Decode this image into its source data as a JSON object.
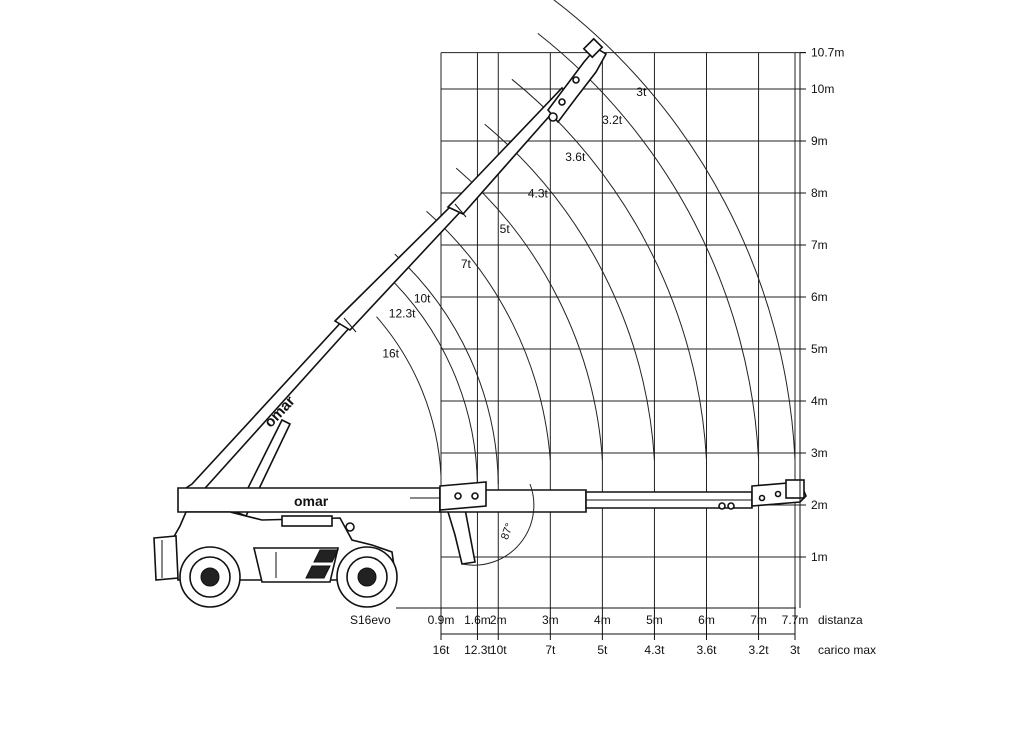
{
  "model": "S16evo",
  "brand": "omar",
  "outrigger_angle": "87°",
  "labels": {
    "distance_row": "distanza",
    "load_row": "carico max"
  },
  "colors": {
    "line": "#222222",
    "background": "#ffffff"
  },
  "chart_data": {
    "type": "load_chart",
    "y_axis": {
      "unit": "m",
      "ticks": [
        {
          "value": 1,
          "label": "1m"
        },
        {
          "value": 2,
          "label": "2m"
        },
        {
          "value": 3,
          "label": "3m"
        },
        {
          "value": 4,
          "label": "4m"
        },
        {
          "value": 5,
          "label": "5m"
        },
        {
          "value": 6,
          "label": "6m"
        },
        {
          "value": 7,
          "label": "7m"
        },
        {
          "value": 8,
          "label": "8m"
        },
        {
          "value": 9,
          "label": "9m"
        },
        {
          "value": 10,
          "label": "10m"
        },
        {
          "value": 10.7,
          "label": "10.7m"
        }
      ],
      "ylim": [
        0,
        10.7
      ]
    },
    "x_axis": {
      "unit": "m",
      "ticks": [
        {
          "value": 0.9,
          "label": "0.9m",
          "load": "16t"
        },
        {
          "value": 1.6,
          "label": "1.6m",
          "load": "12.3t"
        },
        {
          "value": 2,
          "label": "2m",
          "load": "10t"
        },
        {
          "value": 3,
          "label": "3m",
          "load": "7t"
        },
        {
          "value": 4,
          "label": "4m",
          "load": "5t"
        },
        {
          "value": 5,
          "label": "5m",
          "load": "4.3t"
        },
        {
          "value": 6,
          "label": "6m",
          "load": "3.6t"
        },
        {
          "value": 7,
          "label": "7m",
          "load": "3.2t"
        },
        {
          "value": 7.7,
          "label": "7.7m",
          "load": "3t"
        }
      ]
    },
    "load_arcs": [
      {
        "load": "16t",
        "reach": 0.9
      },
      {
        "load": "12.3t",
        "reach": 1.6
      },
      {
        "load": "10t",
        "reach": 2
      },
      {
        "load": "7t",
        "reach": 3
      },
      {
        "load": "5t",
        "reach": 4
      },
      {
        "load": "4.3t",
        "reach": 5
      },
      {
        "load": "3.6t",
        "reach": 6
      },
      {
        "load": "3.2t",
        "reach": 7
      },
      {
        "load": "3t",
        "reach": 7.7
      }
    ]
  }
}
